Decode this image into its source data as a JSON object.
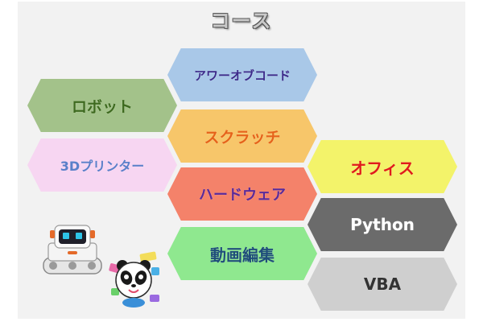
{
  "page": {
    "title": "コース"
  },
  "courses": [
    {
      "label": "アワーオブコード",
      "color": "#a9c8e8",
      "text_color": "#3d2a8a"
    },
    {
      "label": "ロボット",
      "color": "#a3c28a",
      "text_color": "#3e6a1f"
    },
    {
      "label": "スクラッチ",
      "color": "#f7c66a",
      "text_color": "#e6631a"
    },
    {
      "label": "3Dプリンター",
      "color": "#f7d6f2",
      "text_color": "#5a7fc9"
    },
    {
      "label": "オフィス",
      "color": "#f3f36a",
      "text_color": "#e01b1b"
    },
    {
      "label": "ハードウェア",
      "color": "#f4826a",
      "text_color": "#5a2a9a"
    },
    {
      "label": "Python",
      "color": "#6b6b6b",
      "text_color": "#ffffff"
    },
    {
      "label": "動画編集",
      "color": "#8fe88f",
      "text_color": "#1f4e7a"
    },
    {
      "label": "VBA",
      "color": "#cfcfcf",
      "text_color": "#333333"
    }
  ],
  "icons": {
    "robot": "robot-mascot-icon",
    "panda": "panda-mascot-icon"
  }
}
